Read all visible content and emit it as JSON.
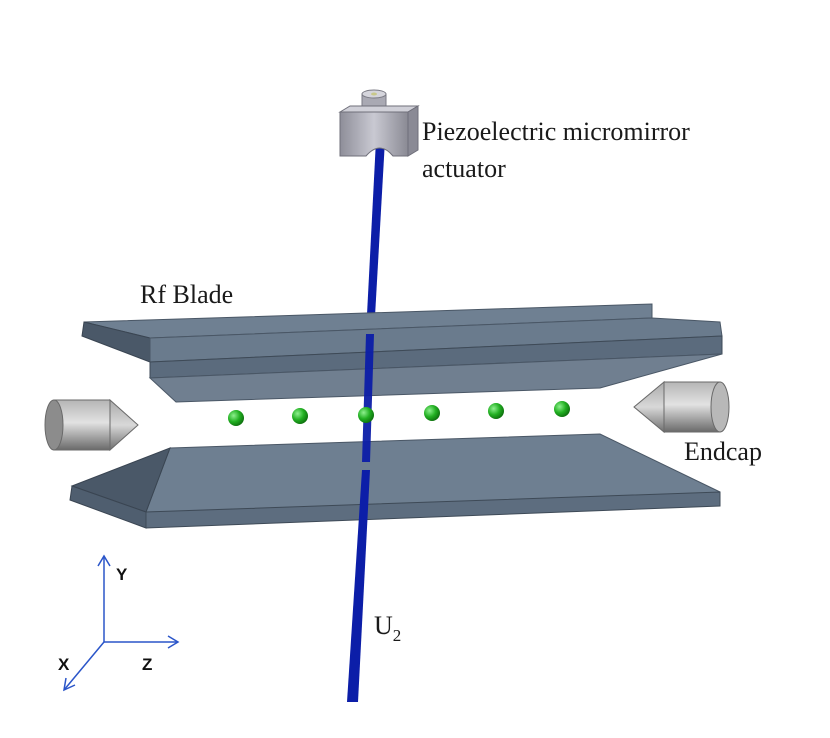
{
  "labels": {
    "actuator_line1": "Piezoelectric micromirror",
    "actuator_line2": "actuator",
    "rf_blade": "Rf Blade",
    "endcap": "Endcap",
    "beam_main": "U",
    "beam_sub": "2"
  },
  "axes": {
    "y": "Y",
    "x": "X",
    "z": "Z"
  },
  "ions": {
    "count": 6
  },
  "colors": {
    "blade_top": "#6c7d8f",
    "blade_face": "#5f7083",
    "blade_dark": "#3f4c5a",
    "laser": "#0c1ea8",
    "ion": "#22b022",
    "endcap": "#9a9a9a",
    "axis": "#2a55c9"
  }
}
